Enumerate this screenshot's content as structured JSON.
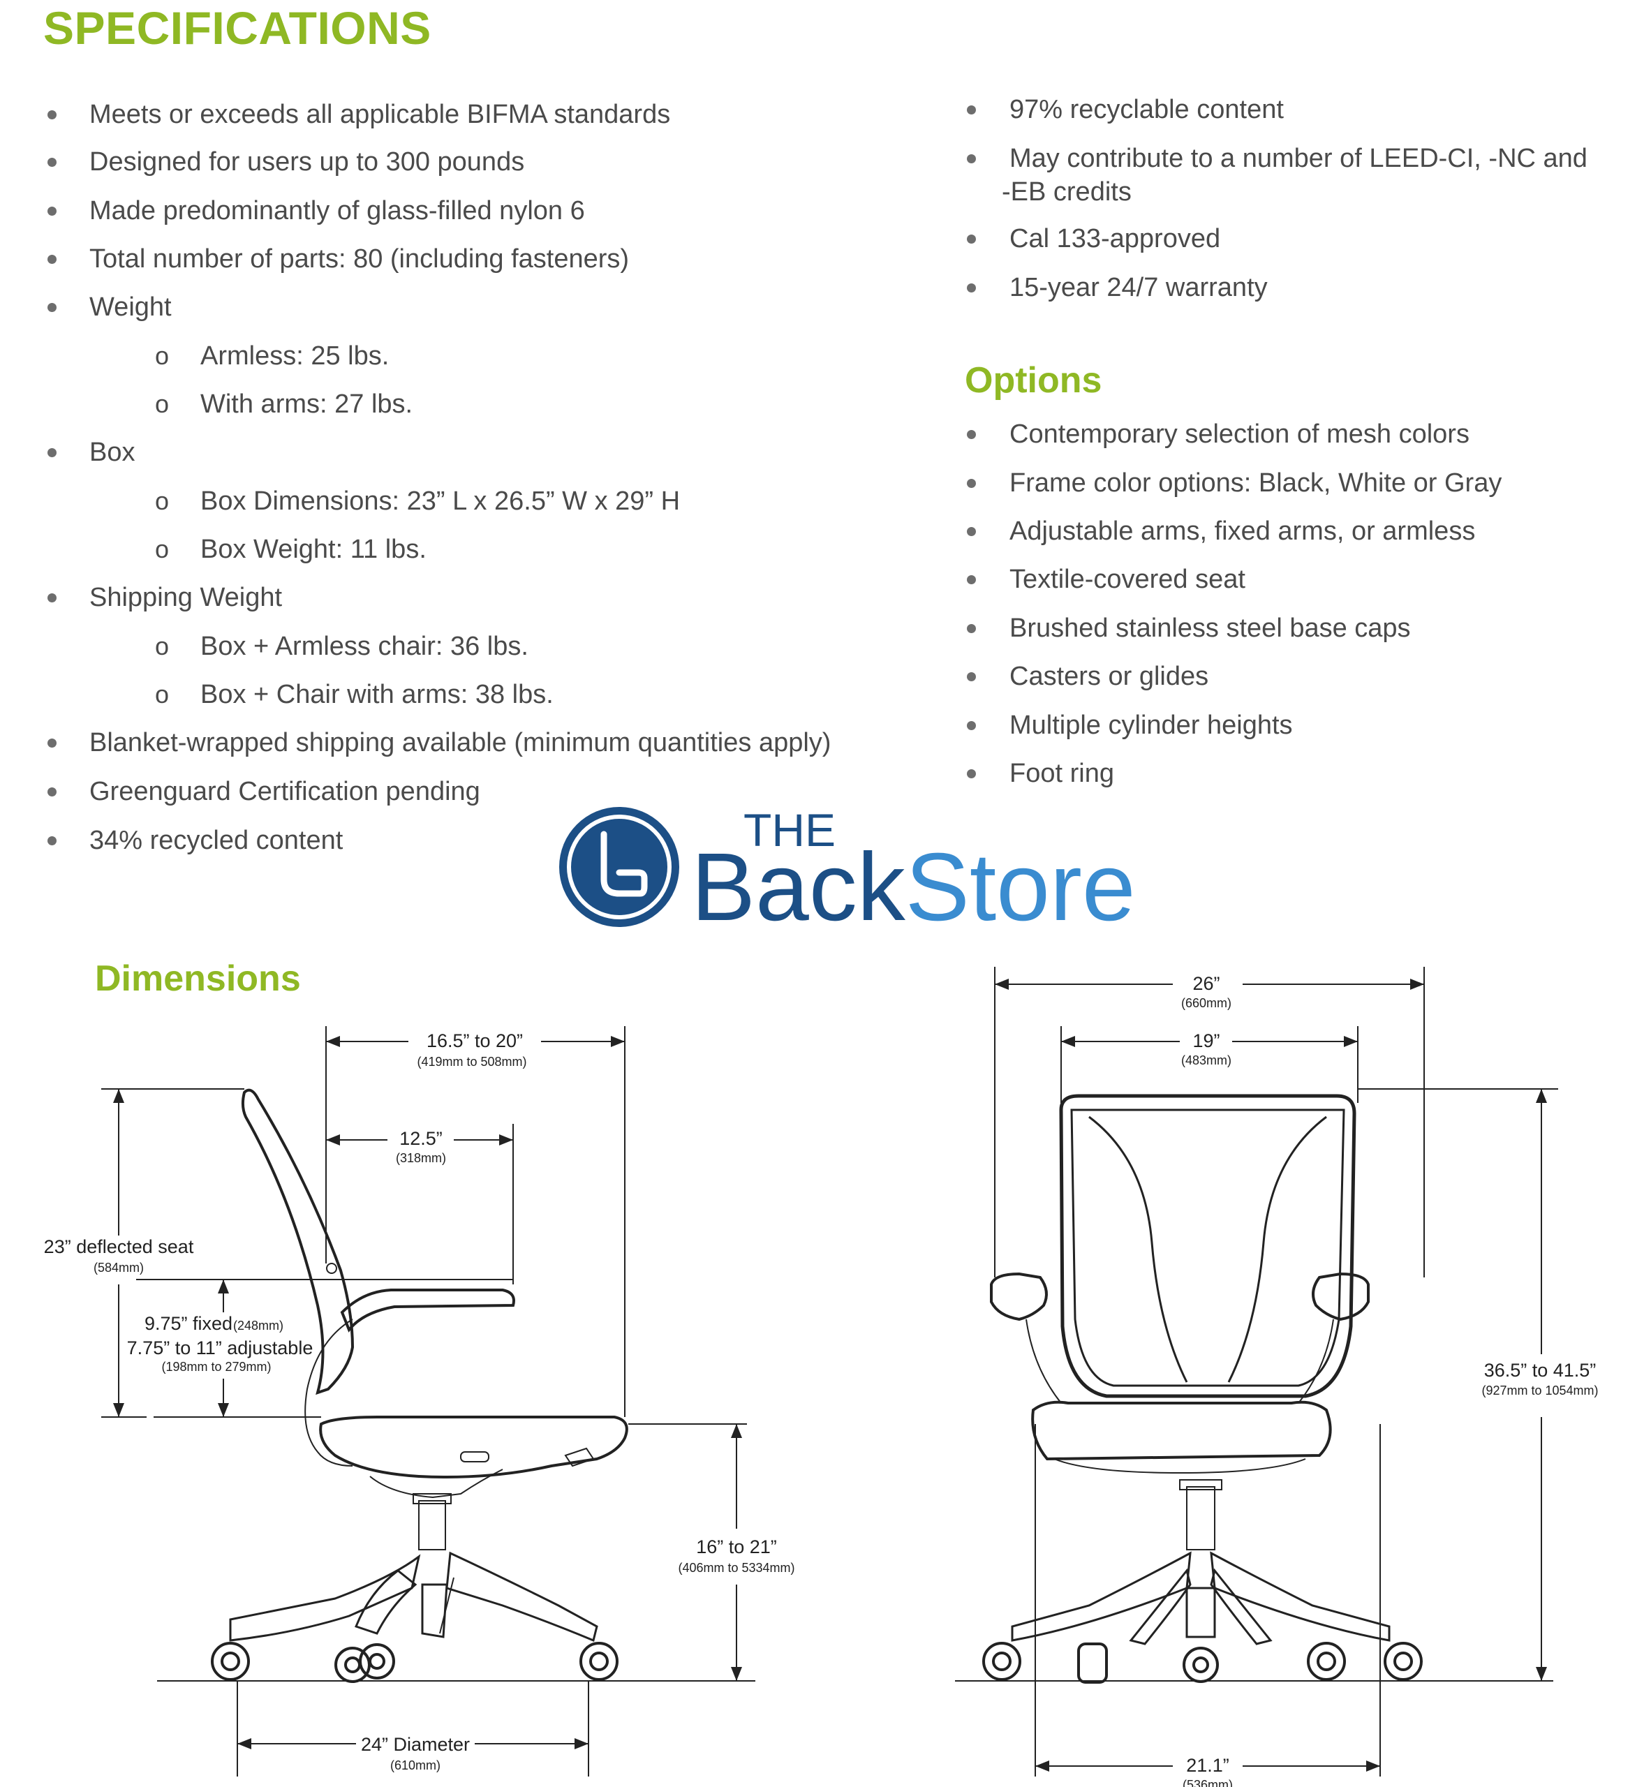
{
  "headings": {
    "specifications": "SPECIFICATIONS",
    "options": "Options",
    "dimensions": "Dimensions"
  },
  "spec_list": [
    {
      "type": "bullet",
      "text": "Meets or exceeds all applicable BIFMA standards"
    },
    {
      "type": "bullet",
      "text": "Designed for users up to 300 pounds"
    },
    {
      "type": "bullet",
      "text": "Made predominantly of glass-filled nylon 6"
    },
    {
      "type": "bullet",
      "text": "Total number of parts: 80 (including fasteners)"
    },
    {
      "type": "bullet",
      "text": "Weight"
    },
    {
      "type": "sub",
      "marker": "o",
      "text": "Armless: 25 lbs."
    },
    {
      "type": "sub",
      "marker": "o",
      "text": "With arms: 27 lbs."
    },
    {
      "type": "bullet",
      "text": "Box"
    },
    {
      "type": "sub",
      "marker": "o",
      "text": "Box Dimensions: 23” L x 26.5” W x 29” H"
    },
    {
      "type": "sub",
      "marker": "o",
      "text": "Box Weight: 11 lbs."
    },
    {
      "type": "bullet",
      "text": "Shipping Weight"
    },
    {
      "type": "sub",
      "marker": "o",
      "text": "Box + Armless chair: 36 lbs."
    },
    {
      "type": "sub",
      "marker": "o",
      "text": "Box + Chair with arms: 38 lbs."
    },
    {
      "type": "bullet",
      "text": "Blanket-wrapped shipping available (minimum quantities apply)"
    },
    {
      "type": "bullet",
      "text": "Greenguard Certification pending"
    },
    {
      "type": "bullet",
      "text": "34% recycled content"
    }
  ],
  "spec_list_right": [
    {
      "text": "97% recyclable content"
    },
    {
      "text": "May contribute to a number of LEED-CI, -NC and",
      "text2": "-EB credits"
    },
    {
      "text": "Cal 133-approved"
    },
    {
      "text": "15-year 24/7 warranty"
    }
  ],
  "options_list": [
    {
      "text": "Contemporary selection of mesh colors"
    },
    {
      "text": "Frame color options: Black, White or Gray"
    },
    {
      "text": "Adjustable arms, fixed arms, or armless"
    },
    {
      "text": "Textile-covered seat"
    },
    {
      "text": "Brushed stainless steel base caps"
    },
    {
      "text": "Casters or glides"
    },
    {
      "text": "Multiple cylinder heights"
    },
    {
      "text": "Foot ring"
    }
  ],
  "logo": {
    "line1": "THE",
    "word1": "Back",
    "word2": "Store",
    "colors": {
      "dark": "#1c4f86",
      "light": "#3a8cd0"
    }
  },
  "side_view": {
    "depth": {
      "label": "16.5” to 20”",
      "sub": "(419mm to 508mm)"
    },
    "arm_depth": {
      "label": "12.5”",
      "sub": "(318mm)"
    },
    "deflected_seat": {
      "label": "23” deflected seat",
      "sub": "(584mm)"
    },
    "arm_fixed": {
      "label": "9.75” fixed",
      "sub": "(248mm)"
    },
    "arm_adjustable": {
      "label": "7.75” to 11” adjustable",
      "sub": "(198mm to 279mm)"
    },
    "seat_height": {
      "label": "16” to 21”",
      "sub": "(406mm to 5334mm)"
    },
    "base": {
      "label": "24” Diameter",
      "sub": "(610mm)"
    }
  },
  "front_view": {
    "overall_width": {
      "label": "26”",
      "sub": "(660mm)"
    },
    "back_width": {
      "label": "19”",
      "sub": "(483mm)"
    },
    "height": {
      "label": "36.5” to 41.5”",
      "sub": "(927mm to 1054mm)"
    },
    "seat_width": {
      "label": "21.1”",
      "sub": "(536mm)"
    }
  },
  "colors": {
    "accent_green": "#8fb824",
    "text": "#4a4a4a"
  }
}
